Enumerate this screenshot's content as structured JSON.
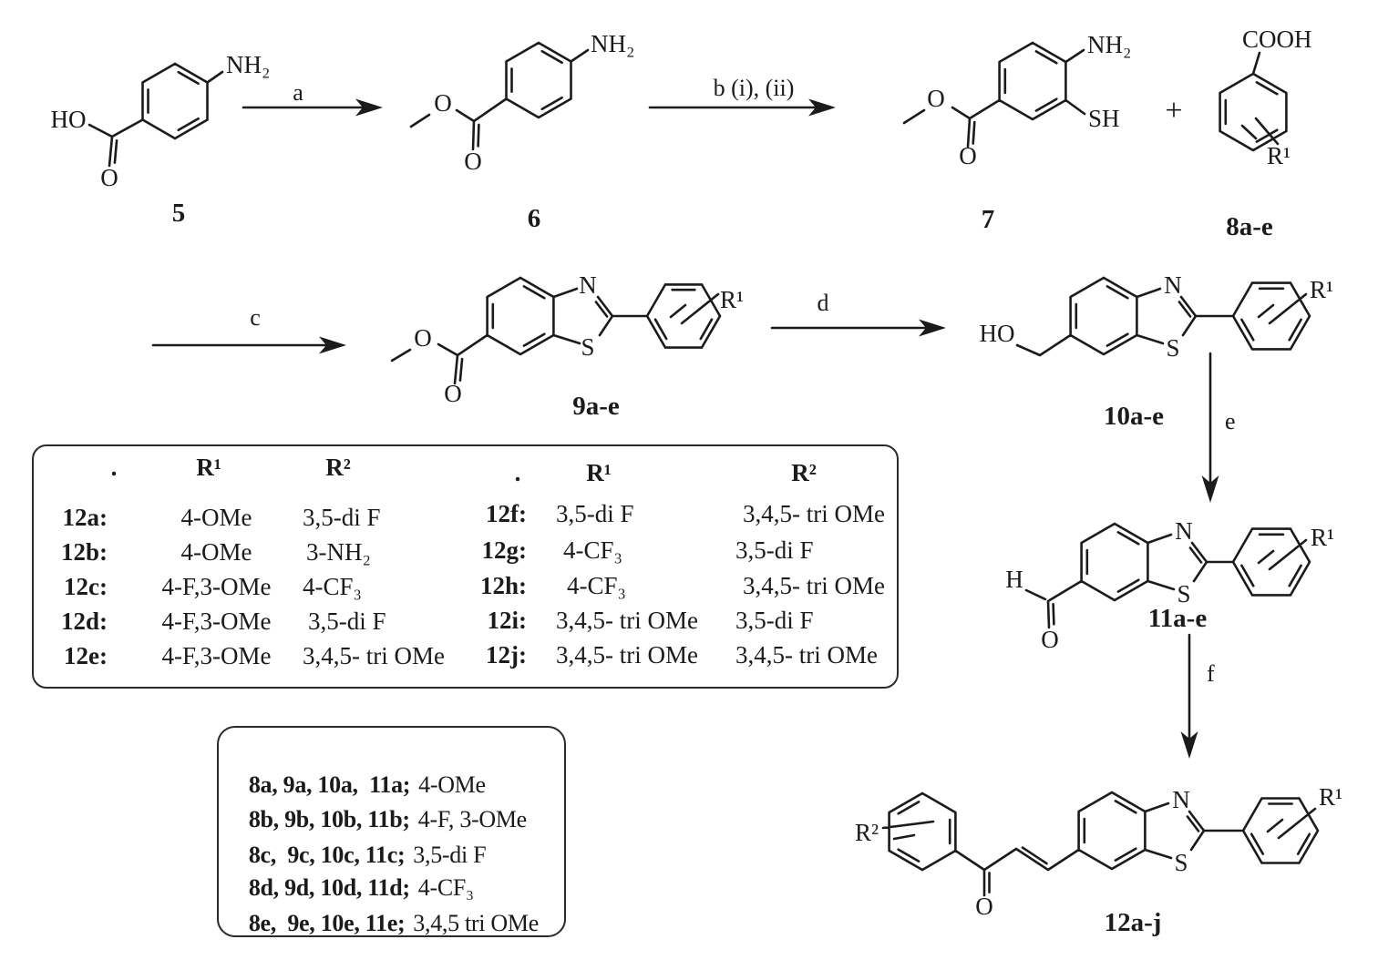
{
  "scheme": {
    "atoms": {
      "ho": "HO",
      "o": "O",
      "nh2": "NH₂",
      "sh": "SH",
      "cooh": "COOH",
      "n": "N",
      "s": "S",
      "h": "H",
      "r1": "R¹",
      "r2": "R²"
    },
    "plus": "+",
    "labels": {
      "c5": "5",
      "c6": "6",
      "c7": "7",
      "c8": "8a-e",
      "c9": "9a-e",
      "c10": "10a-e",
      "c11": "11a-e",
      "c12": "12a-j"
    },
    "arrows": {
      "a": "a",
      "b": "b (i), (ii)",
      "c": "c",
      "d": "d",
      "e": "e",
      "f": "f"
    }
  },
  "r_table": {
    "headers": {
      "dot": ".",
      "r1": "R¹",
      "r2": "R²"
    },
    "rows_left": [
      {
        "id": "12a:",
        "r1": "4-OMe",
        "r2": "3,5-di F"
      },
      {
        "id": "12b:",
        "r1": "4-OMe",
        "r2": "3-NH₂"
      },
      {
        "id": "12c:",
        "r1": "4-F,3-OMe",
        "r2": "4-CF₃"
      },
      {
        "id": "12d:",
        "r1": "4-F,3-OMe",
        "r2": "3,5-di F"
      },
      {
        "id": "12e:",
        "r1": "4-F,3-OMe",
        "r2": "3,4,5- tri OMe"
      }
    ],
    "rows_right": [
      {
        "id": "12f:",
        "r1": "3,5-di F",
        "r2": "3,4,5- tri OMe"
      },
      {
        "id": "12g:",
        "r1": "4-CF₃",
        "r2": "3,5-di F"
      },
      {
        "id": "12h:",
        "r1": "4-CF₃",
        "r2": "3,4,5- tri OMe"
      },
      {
        "id": "12i:",
        "r1": "3,4,5- tri OMe",
        "r2": "3,5-di F"
      },
      {
        "id": "12j:",
        "r1": "3,4,5- tri OMe",
        "r2": "3,4,5- tri OMe"
      }
    ]
  },
  "assignments": {
    "rows": [
      {
        "ids": "8a, 9a, 10a,  11a;",
        "sub": "4-OMe"
      },
      {
        "ids": "8b, 9b, 10b, 11b;",
        "sub": "4-F, 3-OMe"
      },
      {
        "ids": "8c,  9c, 10c, 11c;",
        "sub": "3,5-di F"
      },
      {
        "ids": "8d, 9d, 10d, 11d;",
        "sub": "4-CF₃"
      },
      {
        "ids": "8e,  9e, 10e, 11e;",
        "sub": "3,4,5 tri OMe"
      }
    ]
  }
}
